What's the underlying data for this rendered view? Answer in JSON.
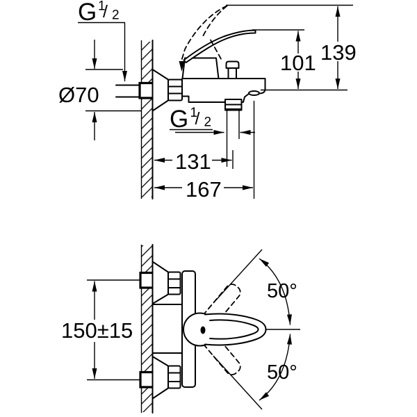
{
  "drawing": {
    "type": "technical-installation-drawing",
    "background": "#ffffff",
    "ink": "#000000",
    "views": [
      "side-elevation",
      "plan-view"
    ]
  },
  "thread_label": {
    "g": "G",
    "num": "1",
    "slash": "/",
    "den": "2"
  },
  "top_view": {
    "diameter_label": "Ø70",
    "lever_height": "101",
    "overall_height": "139",
    "outlet_offset": "131",
    "spout_projection": "167"
  },
  "bottom_view": {
    "connection_spacing": "150±15",
    "swivel_upper": "50°",
    "swivel_lower": "50°"
  }
}
